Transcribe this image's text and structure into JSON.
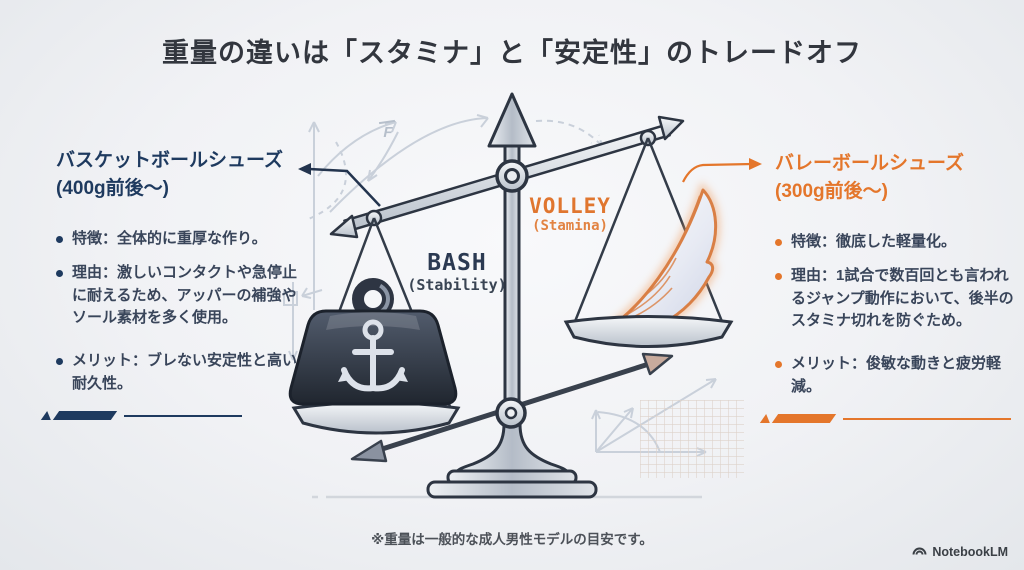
{
  "slide": {
    "title": "重量の違いは「スタミナ」と「安定性」のトレードオフ",
    "footnote": "※重量は一般的な成人男性モデルの目安です。",
    "branding": "NotebookLM"
  },
  "left_panel": {
    "heading_line1": "バスケットボールシューズ",
    "heading_line2": "(400g前後〜)",
    "bullets": [
      "特徴：全体的に重厚な作り。",
      "理由：激しいコンタクトや急停止に耐えるため、アッパーの補強やソール素材を多く使用。",
      "メリット：ブレない安定性と高い耐久性。"
    ]
  },
  "right_panel": {
    "heading_line1": "バレーボールシューズ",
    "heading_line2": "(300g前後〜)",
    "bullets": [
      "特徴：徹底した軽量化。",
      "理由：1試合で数百回とも言われるジャンプ動作において、後半のスタミナ切れを防ぐため。",
      "メリット：俊敏な動きと疲労軽減。"
    ]
  },
  "scale_labels": {
    "left_name": "BASH",
    "left_trait": "(Stability)",
    "right_name": "VOLLEY",
    "right_trait": "(Stamina)",
    "force_symbol": "F"
  },
  "colors": {
    "navy_accent": "#1e3a5f",
    "orange_accent": "#e4762b",
    "title_text": "#32363e",
    "body_text": "#39455a"
  }
}
